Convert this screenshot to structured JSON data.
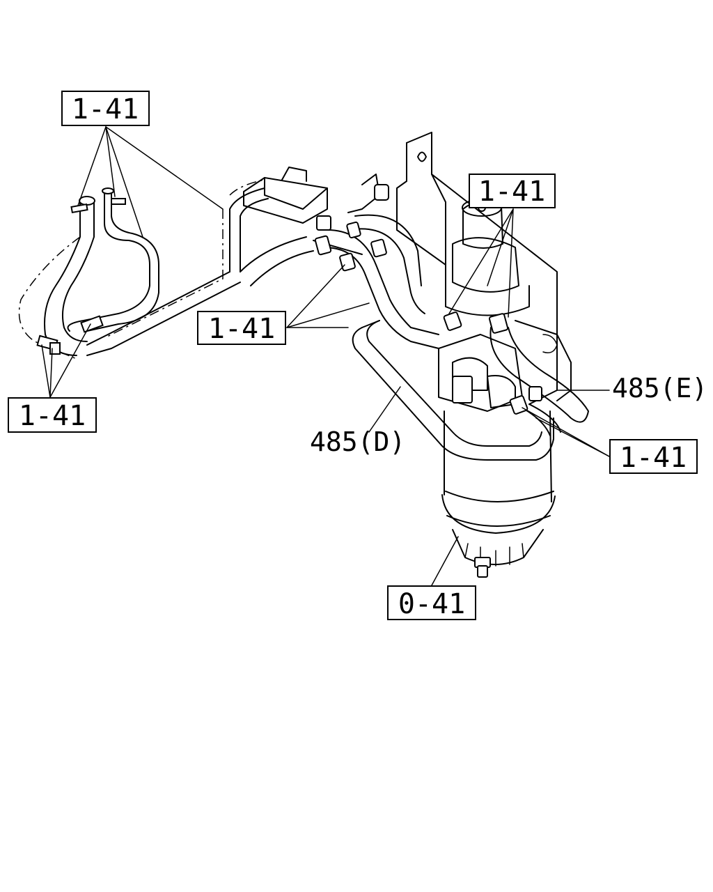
{
  "callouts": {
    "top_left": "1-41",
    "top_right": "1-41",
    "middle": "1-41",
    "left": "1-41",
    "right": "1-41",
    "bottom": "0-41",
    "pipe_d": "485(D)",
    "pipe_e": "485(E)"
  }
}
